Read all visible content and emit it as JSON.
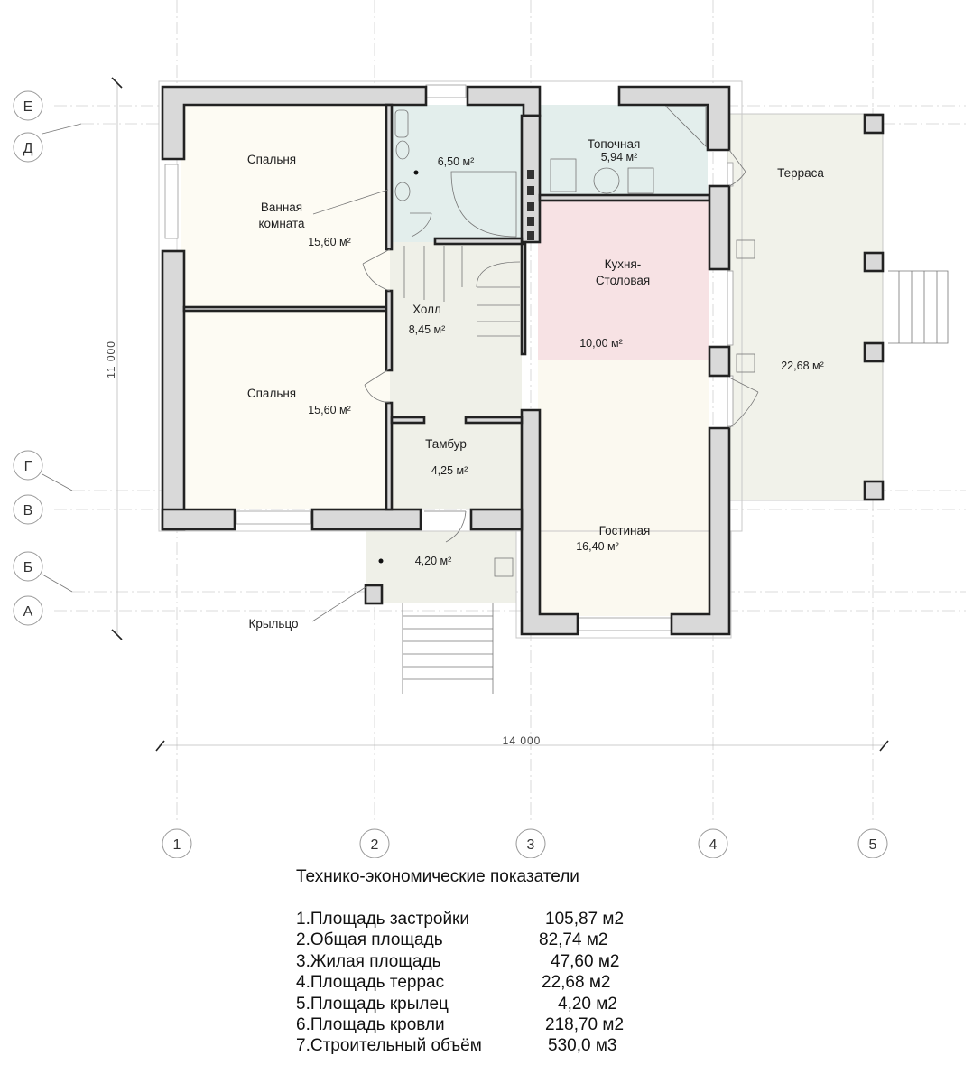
{
  "rooms": {
    "bedroom_top": {
      "name": "Спальня"
    },
    "bathroom": {
      "name_line1": "Ванная",
      "name_line2": "комната",
      "area": "15,60 м²"
    },
    "wc": {
      "area": "6,50 м²"
    },
    "boiler": {
      "name": "Топочная",
      "area": "5,94 м²"
    },
    "terrace": {
      "name": "Терраса",
      "area": "22,68 м²"
    },
    "kitchen": {
      "name_line1": "Кухня-",
      "name_line2": "Столовая",
      "area": "10,00 м²"
    },
    "hall": {
      "name": "Холл",
      "area": "8,45 м²"
    },
    "bedroom_bottom": {
      "name": "Спальня",
      "area": "15,60 м²"
    },
    "vestibule": {
      "name": "Тамбур",
      "area": "4,25 м²"
    },
    "living": {
      "name": "Гостиная",
      "area": "16,40 м²"
    },
    "porch": {
      "name": "Крыльцо",
      "area": "4,20 м²"
    }
  },
  "axes": {
    "letters": [
      "Е",
      "Д",
      "Г",
      "В",
      "Б",
      "А"
    ],
    "numbers": [
      "1",
      "2",
      "3",
      "4",
      "5"
    ]
  },
  "dimensions": {
    "height": "11 000",
    "width": "14 000"
  },
  "indicators": {
    "title": "Технико-экономические показатели",
    "rows": [
      {
        "label": "1.Площадь застройки",
        "value": "105,87 м2"
      },
      {
        "label": "2.Общая площадь",
        "value": "82,74 м2"
      },
      {
        "label": "3.Жилая площадь",
        "value": "47,60 м2"
      },
      {
        "label": "4.Площадь террас",
        "value": "22,68 м2"
      },
      {
        "label": "5.Площадь крылец",
        "value": "4,20 м2"
      },
      {
        "label": "6.Площадь кровли",
        "value": "218,70 м2"
      },
      {
        "label": "7.Строительный объём",
        "value": "530,0 м3"
      }
    ]
  },
  "colors": {
    "bedroom": "#fdfbf3",
    "wet": "#e3eeec",
    "kitchen": "#f7e2e4",
    "hall": "#eff0e8",
    "terrace": "#f1f2ea",
    "wall": "#d9d9d9"
  }
}
